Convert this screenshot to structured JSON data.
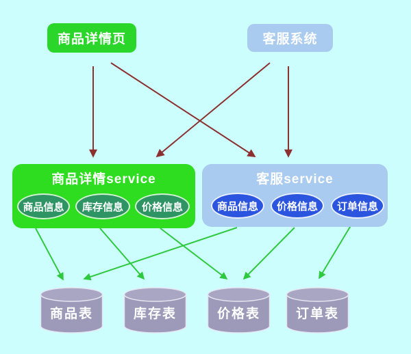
{
  "nodes": {
    "product_page": {
      "label": "商品详情页"
    },
    "cs_system": {
      "label": "客服系统"
    },
    "product_service": {
      "title": "商品详情service",
      "items": [
        {
          "label": "商品信息"
        },
        {
          "label": "库存信息"
        },
        {
          "label": "价格信息"
        }
      ]
    },
    "cs_service": {
      "title": "客服service",
      "items": [
        {
          "label": "商品信息"
        },
        {
          "label": "价格信息"
        },
        {
          "label": "订单信息"
        }
      ]
    },
    "databases": [
      {
        "label": "商品表"
      },
      {
        "label": "库存表"
      },
      {
        "label": "价格表"
      },
      {
        "label": "订单表"
      }
    ]
  },
  "edges": {
    "red": [
      {
        "from": "商品详情页",
        "to": "商品详情service"
      },
      {
        "from": "商品详情页",
        "to": "客服service"
      },
      {
        "from": "客服系统",
        "to": "商品详情service"
      },
      {
        "from": "客服系统",
        "to": "客服service"
      }
    ],
    "green": [
      {
        "from": "商品详情service.商品信息",
        "to": "商品表"
      },
      {
        "from": "商品详情service.库存信息",
        "to": "库存表"
      },
      {
        "from": "商品详情service.价格信息",
        "to": "价格表"
      },
      {
        "from": "客服service.商品信息",
        "to": "商品表"
      },
      {
        "from": "客服service.价格信息",
        "to": "价格表"
      },
      {
        "from": "客服service.订单信息",
        "to": "订单表"
      }
    ]
  },
  "colors": {
    "background": "#CCFEFE",
    "green_top_box": "#2BD62B",
    "green_service_box": "#2EDD1F",
    "green_ellipse": "#2F9464",
    "green_ellipse_border": "#D4F2D4",
    "blue_box": "#A9CBEF",
    "blue_ellipse": "#2B55DE",
    "blue_ellipse_border": "#EAF0FC",
    "cylinder_body": "#9C99B9",
    "cylinder_top": "#A9A6C3",
    "cylinder_outline": "#E6E6F2",
    "red_arrow": "#8B2F2F",
    "green_arrow": "#2FC93F"
  }
}
